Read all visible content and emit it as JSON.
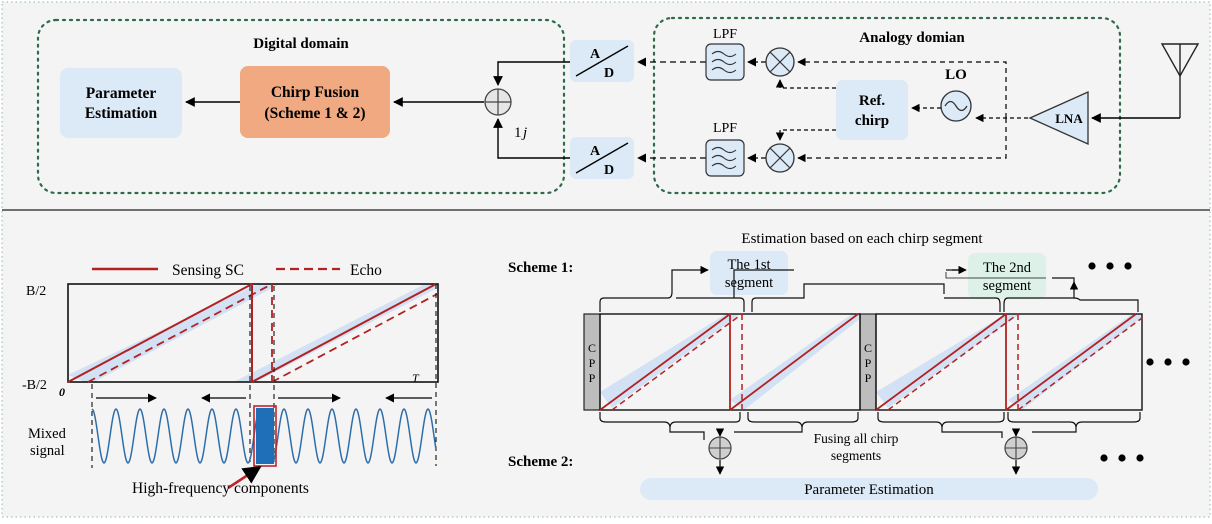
{
  "top": {
    "digital_domain": "Digital domain",
    "analogy_domain": "Analogy domian",
    "param_est": [
      "Parameter",
      "Estimation"
    ],
    "chirp_fusion": [
      "Chirp Fusion",
      "(Scheme 1 & 2)"
    ],
    "ad_a": "A",
    "ad_d": "D",
    "lpf": "LPF",
    "lo": "LO",
    "ref_chirp": [
      "Ref.",
      "chirp"
    ],
    "lna": "LNA",
    "imag_one": "1",
    "imag_j": "j"
  },
  "bottom_left": {
    "legend_solid": "Sensing SC",
    "legend_dashed": "Echo",
    "y_top": "B/2",
    "y_bottom": "-B/2",
    "x_zero": "0",
    "x_T": "T",
    "mixed_signal": [
      "Mixed",
      "signal"
    ],
    "hf_components": "High-frequency components"
  },
  "bottom_right": {
    "estimation_title": "Estimation based on each chirp segment",
    "scheme1": "Scheme 1:",
    "scheme2": "Scheme 2:",
    "seg1": [
      "The 1st",
      "segment"
    ],
    "seg2": [
      "The 2nd",
      "segment"
    ],
    "cpp": [
      "C",
      "P",
      "P"
    ],
    "fusing": [
      "Fusing all chirp",
      "segments"
    ],
    "param_est_bar": "Parameter Estimation"
  },
  "colors": {
    "chirp_red": "#b22222",
    "band_blue": "#c9dcf2",
    "box_blue": "#dce9f6",
    "box_orange": "#f0a980",
    "box_green": "#ddf1e8",
    "dotted_green": "#2e6b4a",
    "wave_blue": "#2f6eaa",
    "hf_block": "#1f6fb8"
  }
}
